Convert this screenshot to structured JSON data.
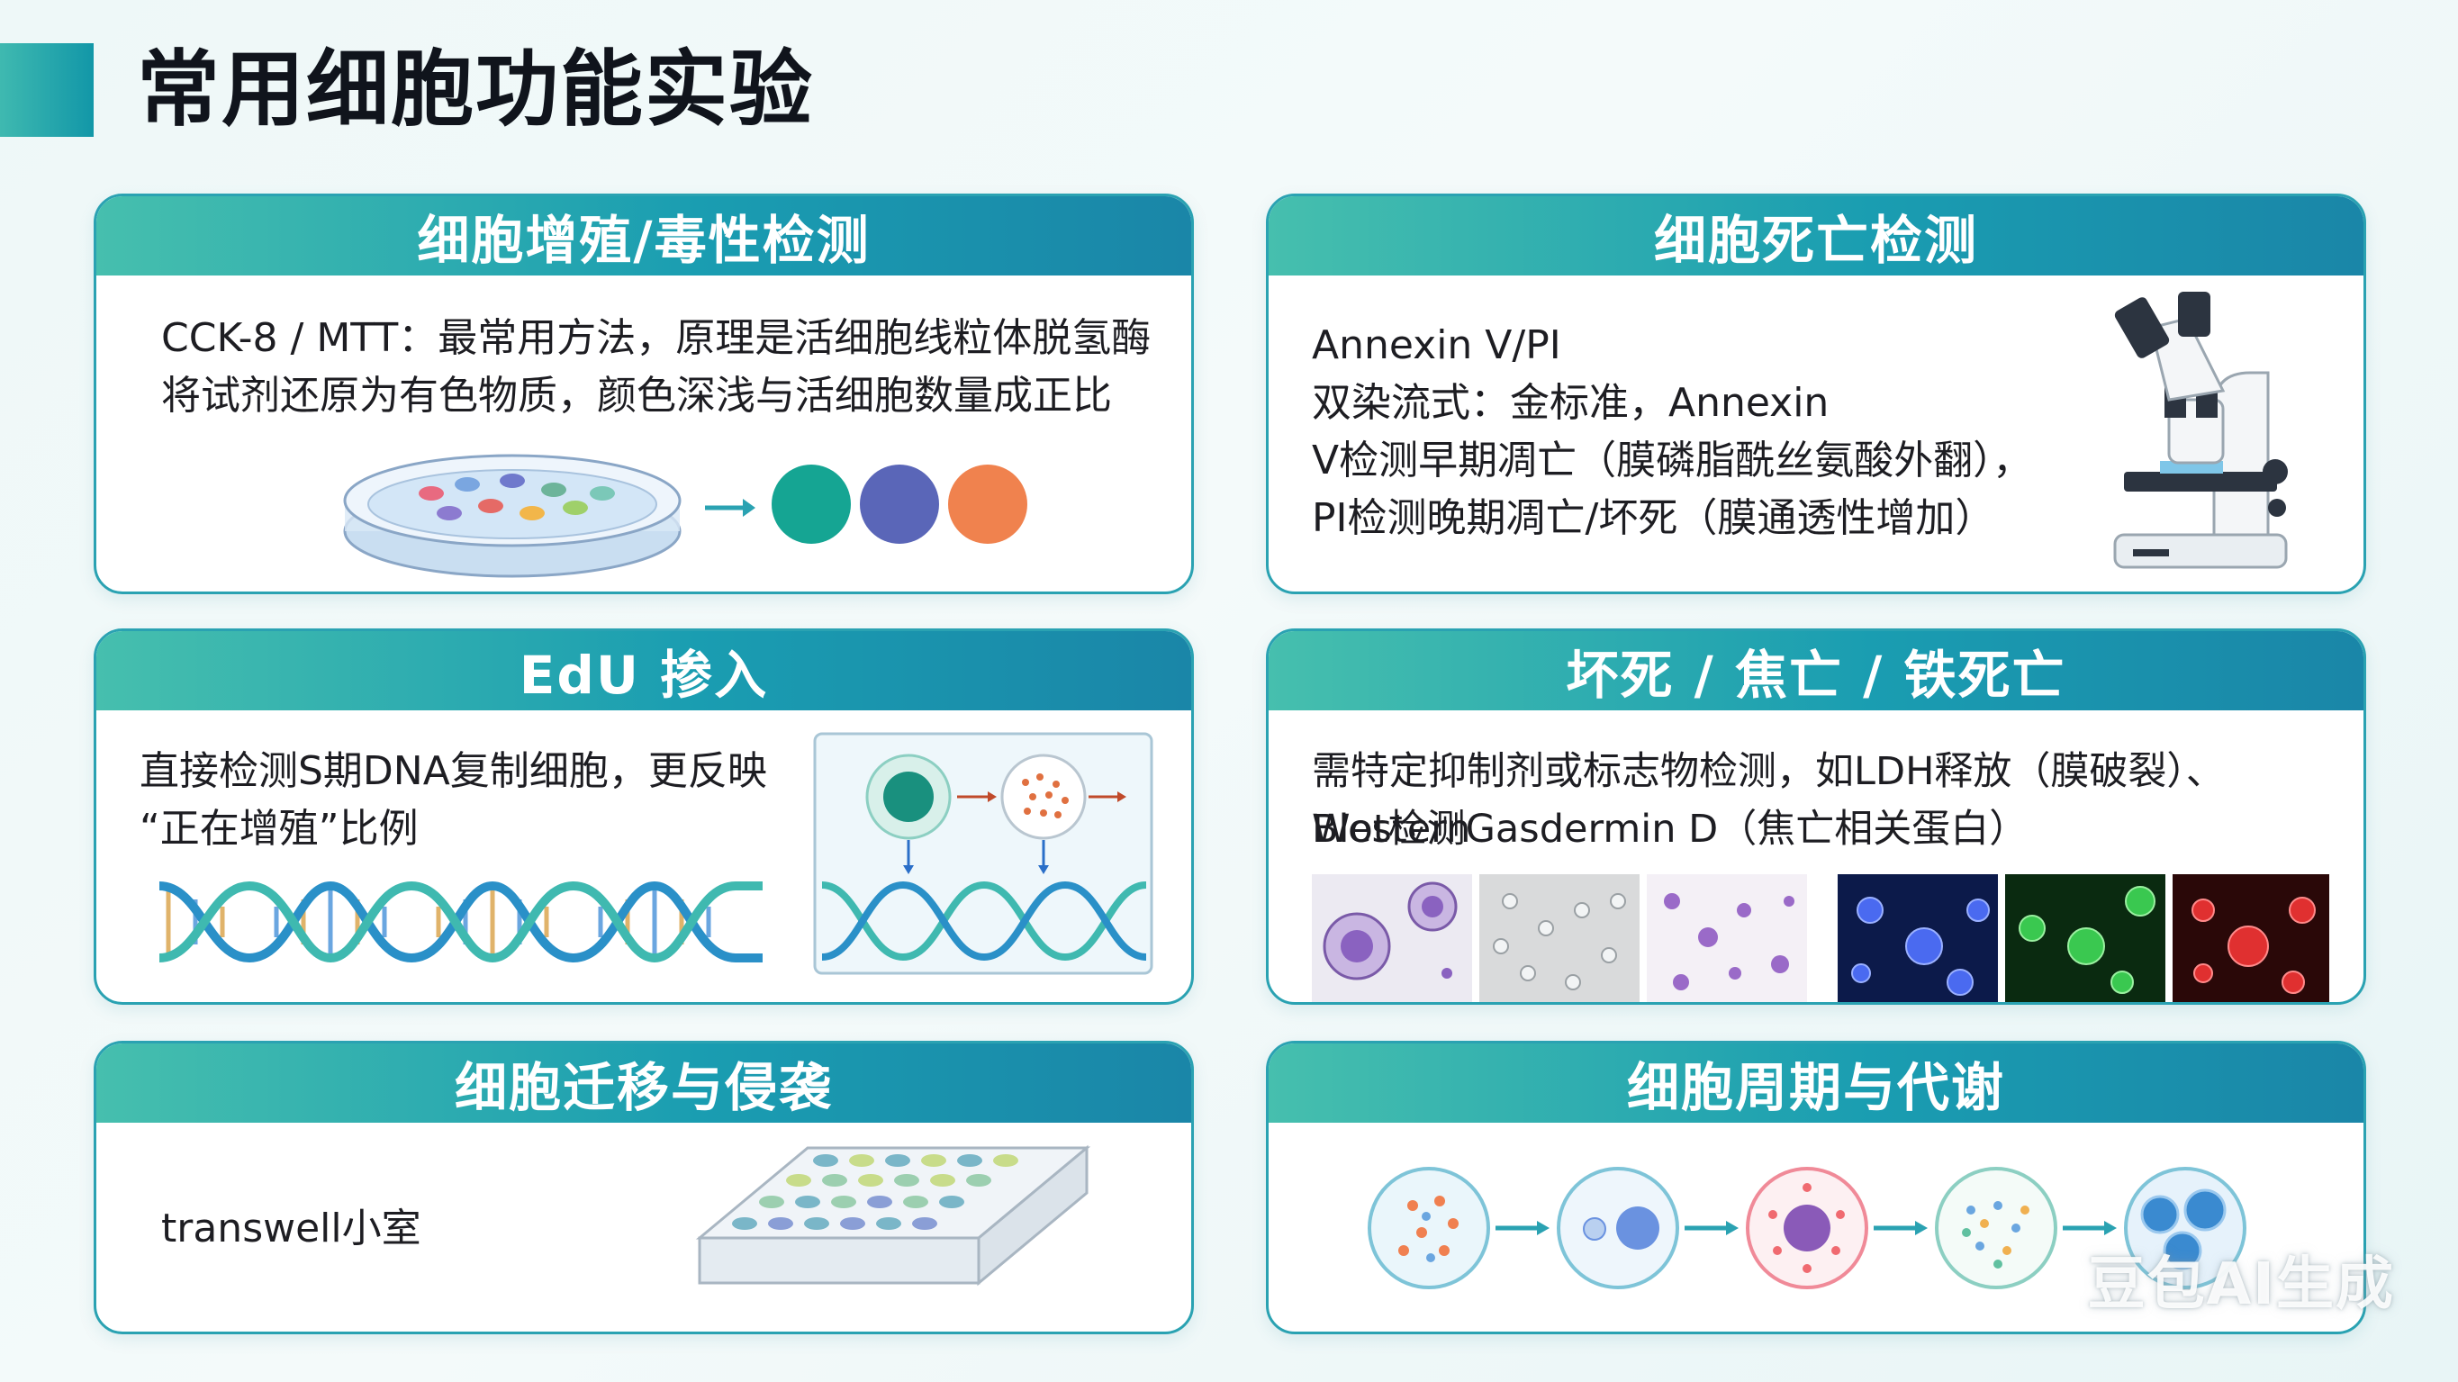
{
  "page": {
    "title": "常用细胞功能实验"
  },
  "cards": {
    "proliferation": {
      "title": "细胞增殖/毒性检测",
      "lines": [
        "CCK-8 / MTT：最常用方法，原理是活细胞线粒体脱氢酶",
        "将试剂还原为有色物质，颜色深浅与活细胞数量成正比"
      ],
      "dot_colors": [
        "#15a593",
        "#5a66b8",
        "#f0824e"
      ]
    },
    "death": {
      "title": "细胞死亡检测",
      "lines": [
        "Annexin V/PI",
        "双染流式：金标准，Annexin",
        "V检测早期凋亡（膜磷脂酰丝氨酸外翻），",
        "PI检测晚期凋亡/坏死（膜通透性增加）"
      ]
    },
    "edu": {
      "title": "EdU 掺入",
      "lines": [
        "直接检测S期DNA复制细胞，更反映",
        "“正在增殖”比例"
      ]
    },
    "necrosis": {
      "title": "坏死 / 焦亡 / 铁死亡",
      "lines": [
        "需特定抑制剂或标志物检测，如LDH释放（膜破裂）、Western",
        "Blot检测Gasdermin D（焦亡相关蛋白）"
      ]
    },
    "migration": {
      "title": "细胞迁移与侵袭",
      "lines": [
        "transwell小室"
      ]
    },
    "cycle": {
      "title": "细胞周期与代谢"
    }
  },
  "colors": {
    "accent": "#1a9db1",
    "accent_light": "#46bfae",
    "border": "#2aa2b2"
  },
  "watermark": "豆包AI生成"
}
